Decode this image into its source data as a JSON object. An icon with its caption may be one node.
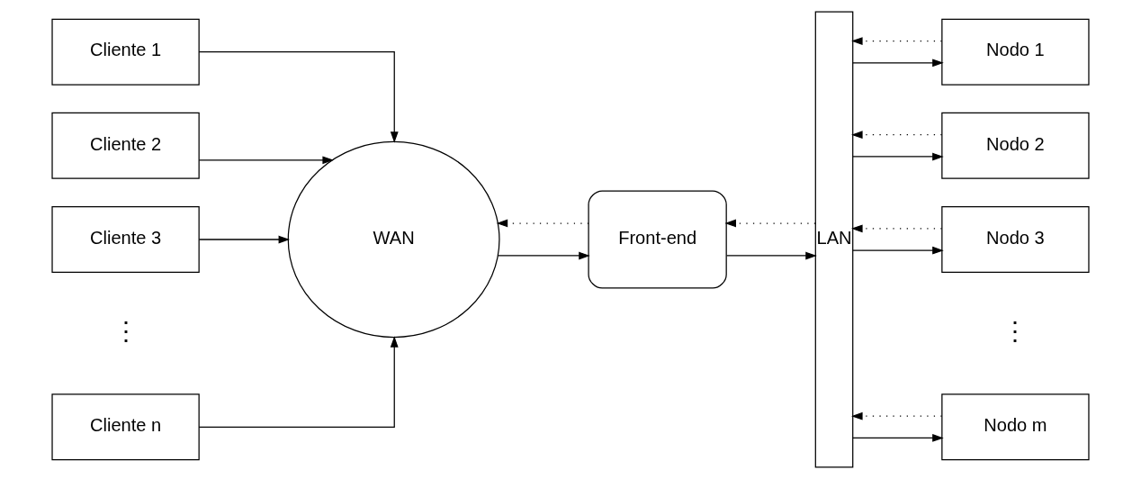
{
  "diagram": {
    "nodes": [
      {
        "text": [
          "Cliente 1"
        ]
      },
      {
        "text": [
          "Cliente 2"
        ]
      },
      {
        "text": [
          "Cliente 3"
        ]
      },
      {
        "text": [
          "Cliente n"
        ]
      },
      {
        "text": [
          "WAN"
        ]
      },
      {
        "text": [
          "Front-end"
        ]
      },
      {
        "text": [
          "LAN"
        ]
      },
      {
        "text": [
          "Nodo 1"
        ]
      },
      {
        "text": [
          "Nodo 2"
        ]
      },
      {
        "text": [
          "Nodo 3"
        ]
      },
      {
        "text": [
          "Nodo m"
        ]
      }
    ],
    "edges": [
      {
        "from": 0,
        "to": 4,
        "arrow": "to"
      },
      {
        "from": 1,
        "to": 4,
        "arrow": "to"
      },
      {
        "from": 2,
        "to": 4,
        "arrow": "to"
      },
      {
        "from": 3,
        "to": 4,
        "arrow": "to"
      },
      {
        "from": 4,
        "to": 5,
        "arrow": "to"
      },
      {
        "from": 5,
        "to": 4,
        "arrow": "to",
        "style": "dashed"
      },
      {
        "from": 5,
        "to": 6,
        "arrow": "to"
      },
      {
        "from": 6,
        "to": 5,
        "arrow": "to",
        "style": "dashed"
      },
      {
        "from": 6,
        "to": 7,
        "arrow": "to"
      },
      {
        "from": 7,
        "to": 6,
        "arrow": "to",
        "style": "dashed"
      },
      {
        "from": 6,
        "to": 8,
        "arrow": "to"
      },
      {
        "from": 8,
        "to": 6,
        "arrow": "to",
        "style": "dashed"
      },
      {
        "from": 6,
        "to": 9,
        "arrow": "to"
      },
      {
        "from": 9,
        "to": 6,
        "arrow": "to",
        "style": "dashed"
      },
      {
        "from": 6,
        "to": 10,
        "arrow": "to"
      },
      {
        "from": 10,
        "to": 6,
        "arrow": "to",
        "style": "dashed"
      }
    ],
    "labels": [
      "⋮",
      "⋮"
    ]
  }
}
